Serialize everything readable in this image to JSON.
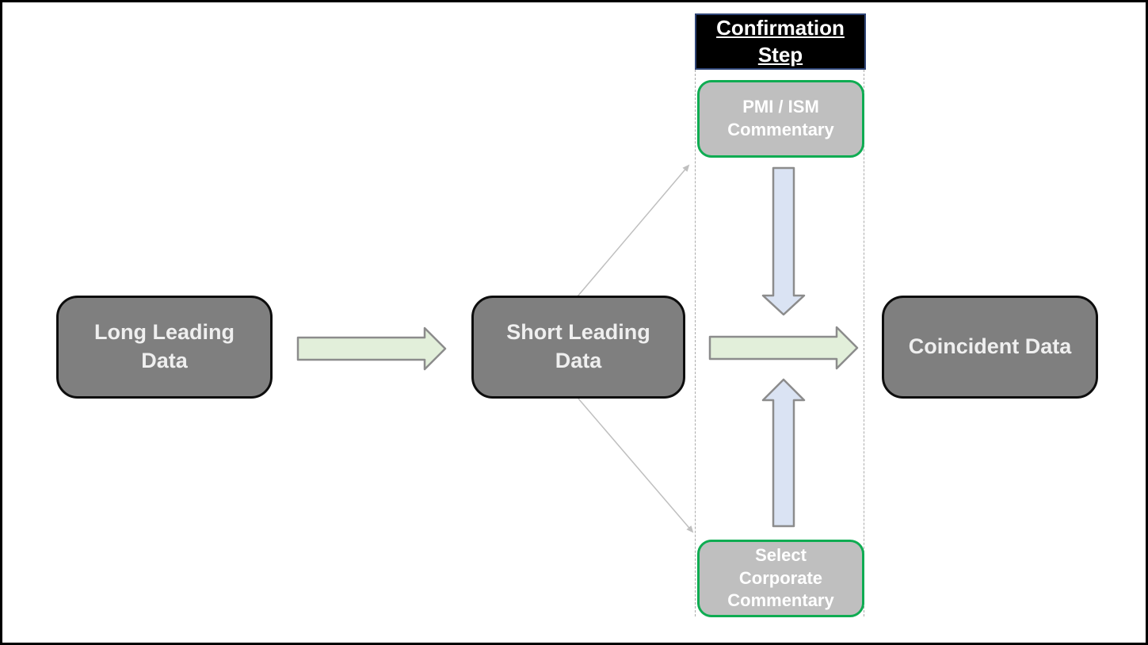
{
  "diagram": {
    "header": {
      "label": "Confirmation\nStep"
    },
    "nodes": {
      "long_leading": "Long Leading\nData",
      "short_leading": "Short Leading\nData",
      "coincident": "Coincident Data",
      "pmi_ism": "PMI / ISM\nCommentary",
      "select_corporate": "Select\nCorporate\nCommentary"
    },
    "flow": [
      {
        "from": "Long Leading Data",
        "to": "Short Leading Data",
        "style": "green-block-arrow"
      },
      {
        "from": "Short Leading Data",
        "to": "Coincident Data",
        "style": "green-block-arrow"
      },
      {
        "from": "PMI / ISM Commentary",
        "to": "main-flow",
        "style": "blue-block-arrow-down"
      },
      {
        "from": "Select Corporate Commentary",
        "to": "main-flow",
        "style": "blue-block-arrow-up"
      },
      {
        "from": "Short Leading Data",
        "to": "PMI / ISM Commentary",
        "style": "thin-gray-connector"
      },
      {
        "from": "Short Leading Data",
        "to": "Select Corporate Commentary",
        "style": "thin-gray-connector"
      }
    ],
    "colors": {
      "node_fill": "#7F7F7F",
      "node_border": "#0D0D0D",
      "node_text": "#EFEFEF",
      "header_fill": "#000000",
      "header_border": "#2F4576",
      "header_text": "#FFFFFF",
      "commentary_fill": "#BFBFBF",
      "commentary_border": "#0FAC52",
      "commentary_text": "#FFFFFF",
      "green_arrow_fill": "#E2EFDA",
      "blue_arrow_fill": "#DAE3F3",
      "block_arrow_stroke": "#8C8C8C",
      "connector_stroke": "#BFBFBF",
      "dashed_guide": "#ABABAB",
      "canvas_border": "#000000",
      "background": "#FFFFFF"
    }
  }
}
